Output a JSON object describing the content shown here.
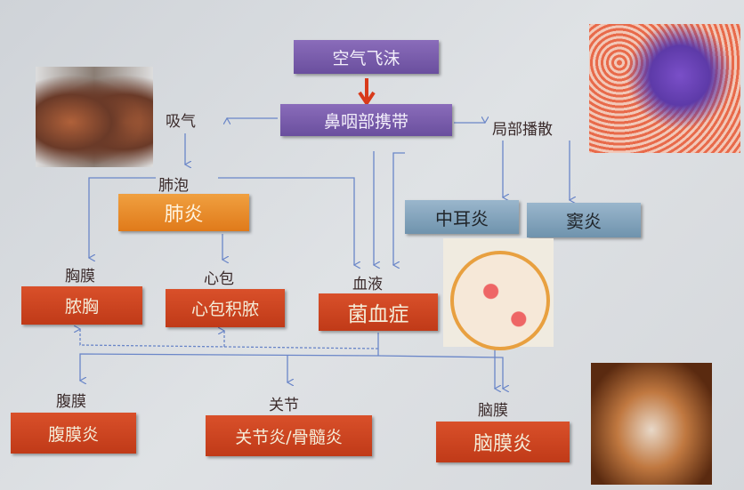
{
  "nodes": {
    "airborne": "空气飞沫",
    "nasopharynx": "鼻咽部携带",
    "inhale": "吸气",
    "local_spread": "局部播散",
    "alveoli": "肺泡",
    "pneumonia": "肺炎",
    "otitis_media": "中耳炎",
    "sinusitis": "窦炎",
    "pleura": "胸膜",
    "empyema": "脓胸",
    "pericardium": "心包",
    "pericardial_empyema": "心包积脓",
    "blood": "血液",
    "bacteremia": "菌血症",
    "peritoneum": "腹膜",
    "peritonitis": "腹膜炎",
    "joint": "关节",
    "arthritis_osteomyelitis": "关节炎/骨髓炎",
    "meninges": "脑膜",
    "meningitis": "脑膜炎"
  },
  "colors": {
    "purple": "#7a5aa8",
    "orange": "#e88a2a",
    "blue": "#7fa0b8",
    "red": "#c8421f",
    "arrow": "#6a86c8"
  }
}
